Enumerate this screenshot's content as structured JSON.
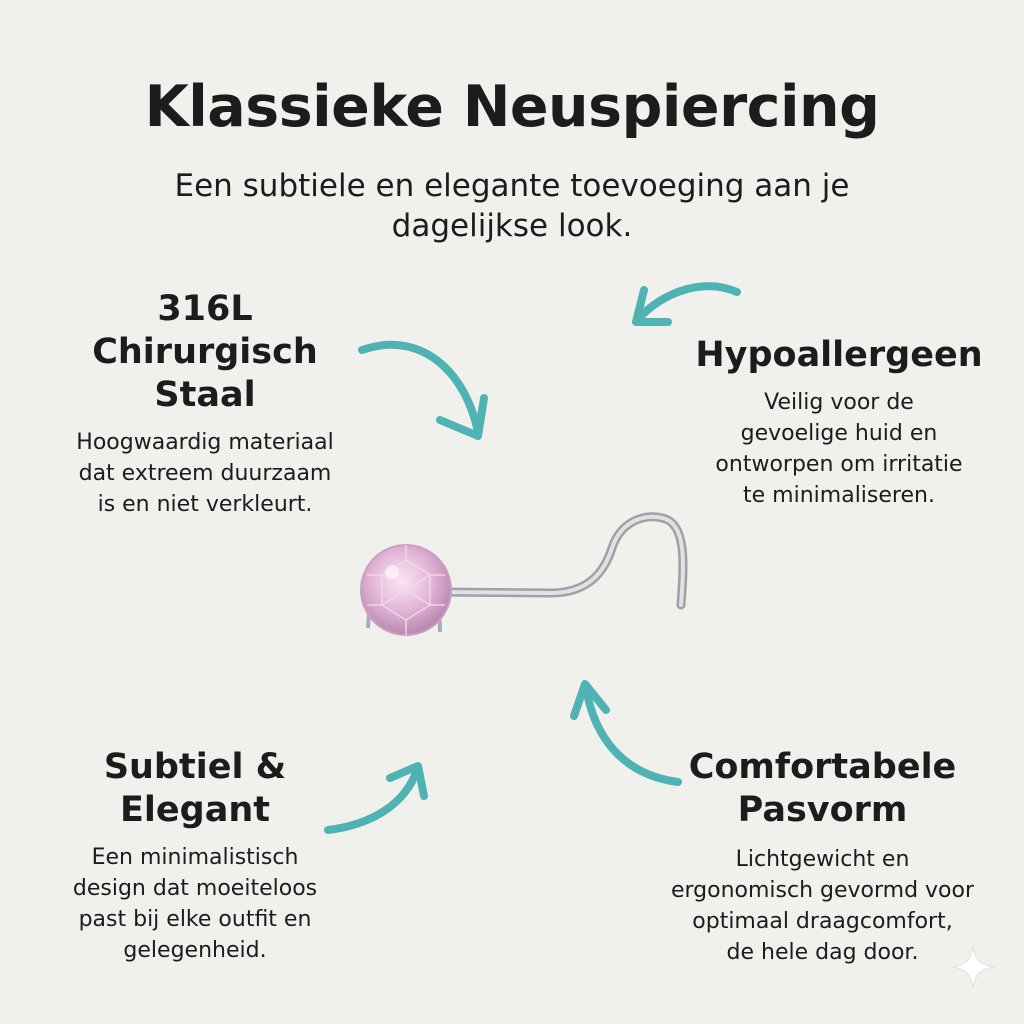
{
  "title": "Klassieke Neuspiercing",
  "subtitle": {
    "lines": [
      "Een subtiele en elegante toevoeging aan je",
      "dagelijkse look."
    ]
  },
  "features": {
    "steel": {
      "heading": [
        "316L",
        "Chirurgisch",
        "Staal"
      ],
      "desc": [
        "Hoogwaardig materiaal",
        "dat extreem duurzaam",
        "is en niet verkleurt."
      ]
    },
    "hypoallergenic": {
      "heading": [
        "Hypoallergeen"
      ],
      "desc": [
        "Veilig voor de",
        "gevoelige huid en",
        "ontworpen om irritatie",
        "te minimaliseren."
      ]
    },
    "subtle": {
      "heading": [
        "Subtiel &",
        "Elegant"
      ],
      "desc": [
        "Een minimalistisch",
        "design dat moeiteloos",
        "past bij elke outfit en",
        "gelegenheid."
      ]
    },
    "comfort": {
      "heading": [
        "Comfortabele",
        "Pasvorm"
      ],
      "desc": [
        "Lichtgewicht en",
        "ergonomisch gevormd voor",
        "optimaal draagcomfort,",
        "de hele dag door."
      ]
    }
  },
  "colors": {
    "background": "#f0f0ec",
    "text": "#1c1c1c",
    "arrow": "#4fb3b3",
    "gem": "#e3b6d8",
    "metal": "#c7cacd"
  },
  "icons": {
    "arrows": "curved-arrow-icon",
    "product": "nose-stud-illustration",
    "corner": "sparkle-icon"
  }
}
